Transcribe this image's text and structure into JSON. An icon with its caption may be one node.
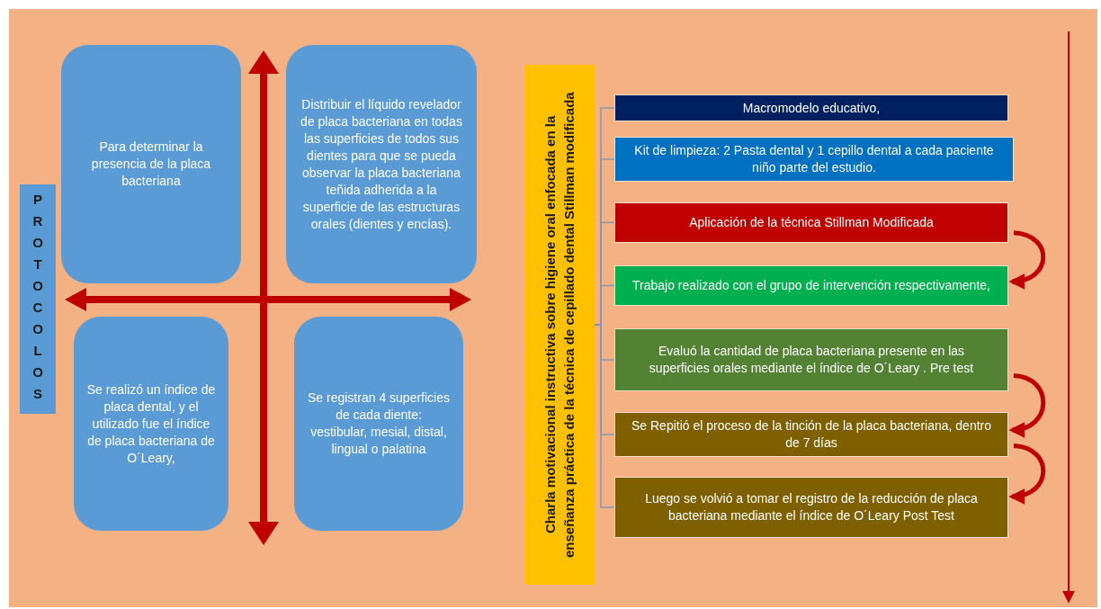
{
  "diagram": {
    "nodes": [
      {
        "text": [
          "PROTOCOLOS"
        ]
      },
      {
        "text": [
          "Para determinar la presencia de la placa bacteriana"
        ]
      },
      {
        "text": [
          "Distribuir el líquido revelador de placa bacteriana en todas las superficies de todos sus dientes para que se pueda observar la placa bacteriana teñida adherida a la superficie de las estructuras orales (dientes y encías)."
        ]
      },
      {
        "text": [
          "Se realizó un índice de placa dental, y el utilizado fue el índice de placa bacteriana de O´Leary,"
        ]
      },
      {
        "text": [
          "Se registran 4 superficies de cada diente: vestibular, mesial, distal, lingual o palatina"
        ]
      },
      {
        "text": [
          "Charla motivacional instructiva sobre higiene oral enfocada en la enseñanza práctica de la técnica de cepillado dental Stillman modificada"
        ]
      },
      {
        "text": [
          "Macromodelo educativo,"
        ]
      },
      {
        "text": [
          "Kit de limpieza: 2 Pasta dental y 1 cepillo dental a cada paciente niño parte del estudio."
        ]
      },
      {
        "text": [
          "Aplicación de la técnica Stillman Modificada"
        ]
      },
      {
        "text": [
          "Trabajo realizado con el grupo de intervención respectivamente,"
        ]
      },
      {
        "text": [
          "Evaluó la cantidad de placa bacteriana presente en las superficies orales mediante el índice de O´Leary . Pre test"
        ]
      },
      {
        "text": [
          "Se Repitió el proceso de la tinción de la placa bacteriana, dentro de 7 días"
        ]
      },
      {
        "text": [
          "Luego se volvió a tomar el registro de la reducción de placa bacteriana mediante el índice de O´Leary Post Test"
        ]
      },
      {
        "text": [],
        "shape": "arrow"
      },
      {
        "text": [],
        "shape": "arrow"
      }
    ],
    "edges": [
      {
        "from": 5,
        "to": 6,
        "arrow": "none"
      },
      {
        "from": 5,
        "to": 7,
        "arrow": "none"
      },
      {
        "from": 5,
        "to": 8,
        "arrow": "none"
      },
      {
        "from": 5,
        "to": 9,
        "arrow": "none"
      },
      {
        "from": 5,
        "to": 10,
        "arrow": "none"
      },
      {
        "from": 5,
        "to": 11,
        "arrow": "none"
      },
      {
        "from": 5,
        "to": 12,
        "arrow": "none"
      },
      {
        "from": 8,
        "to": 9,
        "arrow": "to",
        "style": "thick",
        "color": "#c00000"
      },
      {
        "from": 10,
        "to": 11,
        "arrow": "to",
        "style": "thick",
        "color": "#c00000"
      },
      {
        "from": 11,
        "to": 12,
        "arrow": "to",
        "style": "thick",
        "color": "#c00000"
      }
    ]
  }
}
